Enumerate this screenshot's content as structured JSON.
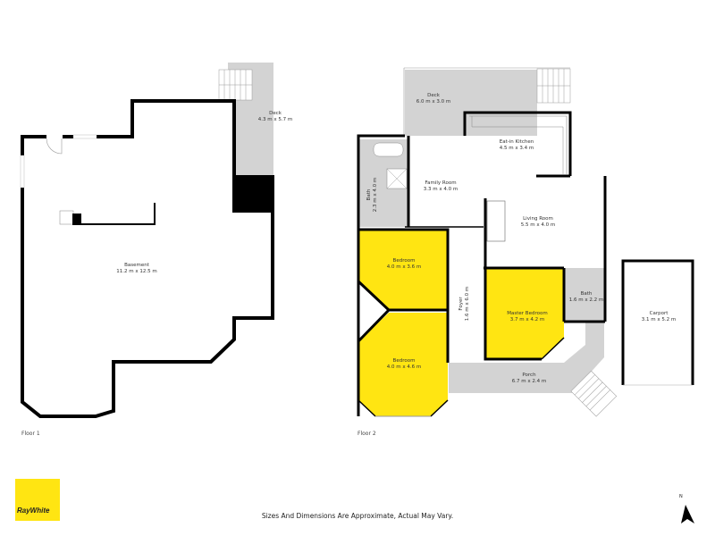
{
  "floor1": {
    "label": "Floor 1",
    "rooms": [
      {
        "name": "Basement",
        "dims": "11.2 m x 12.5 m"
      },
      {
        "name": "Deck",
        "dims": "4.3 m x 5.7 m"
      }
    ]
  },
  "floor2": {
    "label": "Floor 2",
    "rooms": [
      {
        "name": "Deck",
        "dims": "6.0 m x 3.0 m"
      },
      {
        "name": "Eat-in Kitchen",
        "dims": "4.5 m x 3.4 m"
      },
      {
        "name": "Family Room",
        "dims": "3.3 m x 4.0 m"
      },
      {
        "name": "Bath",
        "dims": "2.3 m x 4.0 m"
      },
      {
        "name": "Living Room",
        "dims": "5.5 m x 4.0 m"
      },
      {
        "name": "Bedroom",
        "dims": "4.0 m x 3.6 m"
      },
      {
        "name": "Foyer",
        "dims": "1.6 m x 6.0 m"
      },
      {
        "name": "Bath",
        "dims": "1.6 m x 2.2 m"
      },
      {
        "name": "Master Bedroom",
        "dims": "3.7 m x 4.2 m"
      },
      {
        "name": "Bedroom",
        "dims": "4.0 m x 4.6 m"
      },
      {
        "name": "Porch",
        "dims": "6.7 m x 2.4 m"
      },
      {
        "name": "Carport",
        "dims": "3.1 m x 5.2 m"
      }
    ]
  },
  "footer": {
    "disclaimer": "Sizes And Dimensions Are Approximate, Actual May Vary.",
    "brand": "RayWhite",
    "compass_label": "N"
  },
  "colors": {
    "bedroom_fill": "#ffe512",
    "deck_fill": "#d3d3d3",
    "wall": "#000000",
    "brand_yellow": "#ffe512"
  }
}
